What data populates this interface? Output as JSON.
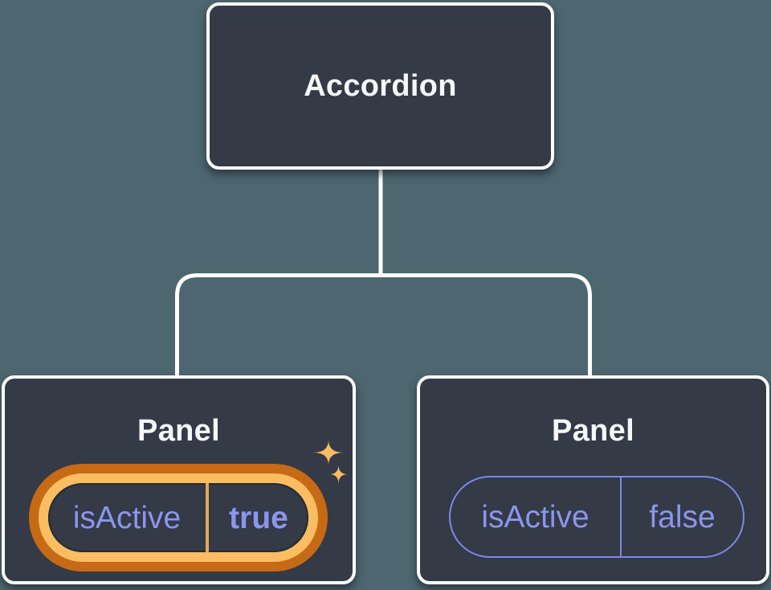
{
  "diagram": {
    "title": "Component tree with isActive prop",
    "root": {
      "label": "Accordion"
    },
    "children": [
      {
        "label": "Panel",
        "prop_name": "isActive",
        "prop_value": "true",
        "highlighted": true,
        "badge_icon": "sparkles-icon"
      },
      {
        "label": "Panel",
        "prop_name": "isActive",
        "prop_value": "false",
        "highlighted": false
      }
    ]
  },
  "colors": {
    "background": "#4D6670",
    "node_fill": "#343A46",
    "node_border": "#FFFFFF",
    "node_text": "#F6F7F9",
    "connector": "#FFFFFF",
    "prop_text": "#8A96EE",
    "prop_outline": "#7C88E8",
    "highlight_ring_outer": "#C76A15",
    "highlight_ring_inner": "#FABD62",
    "highlight_divider": "#E2A85C",
    "sparkle": "#F9BC60"
  }
}
